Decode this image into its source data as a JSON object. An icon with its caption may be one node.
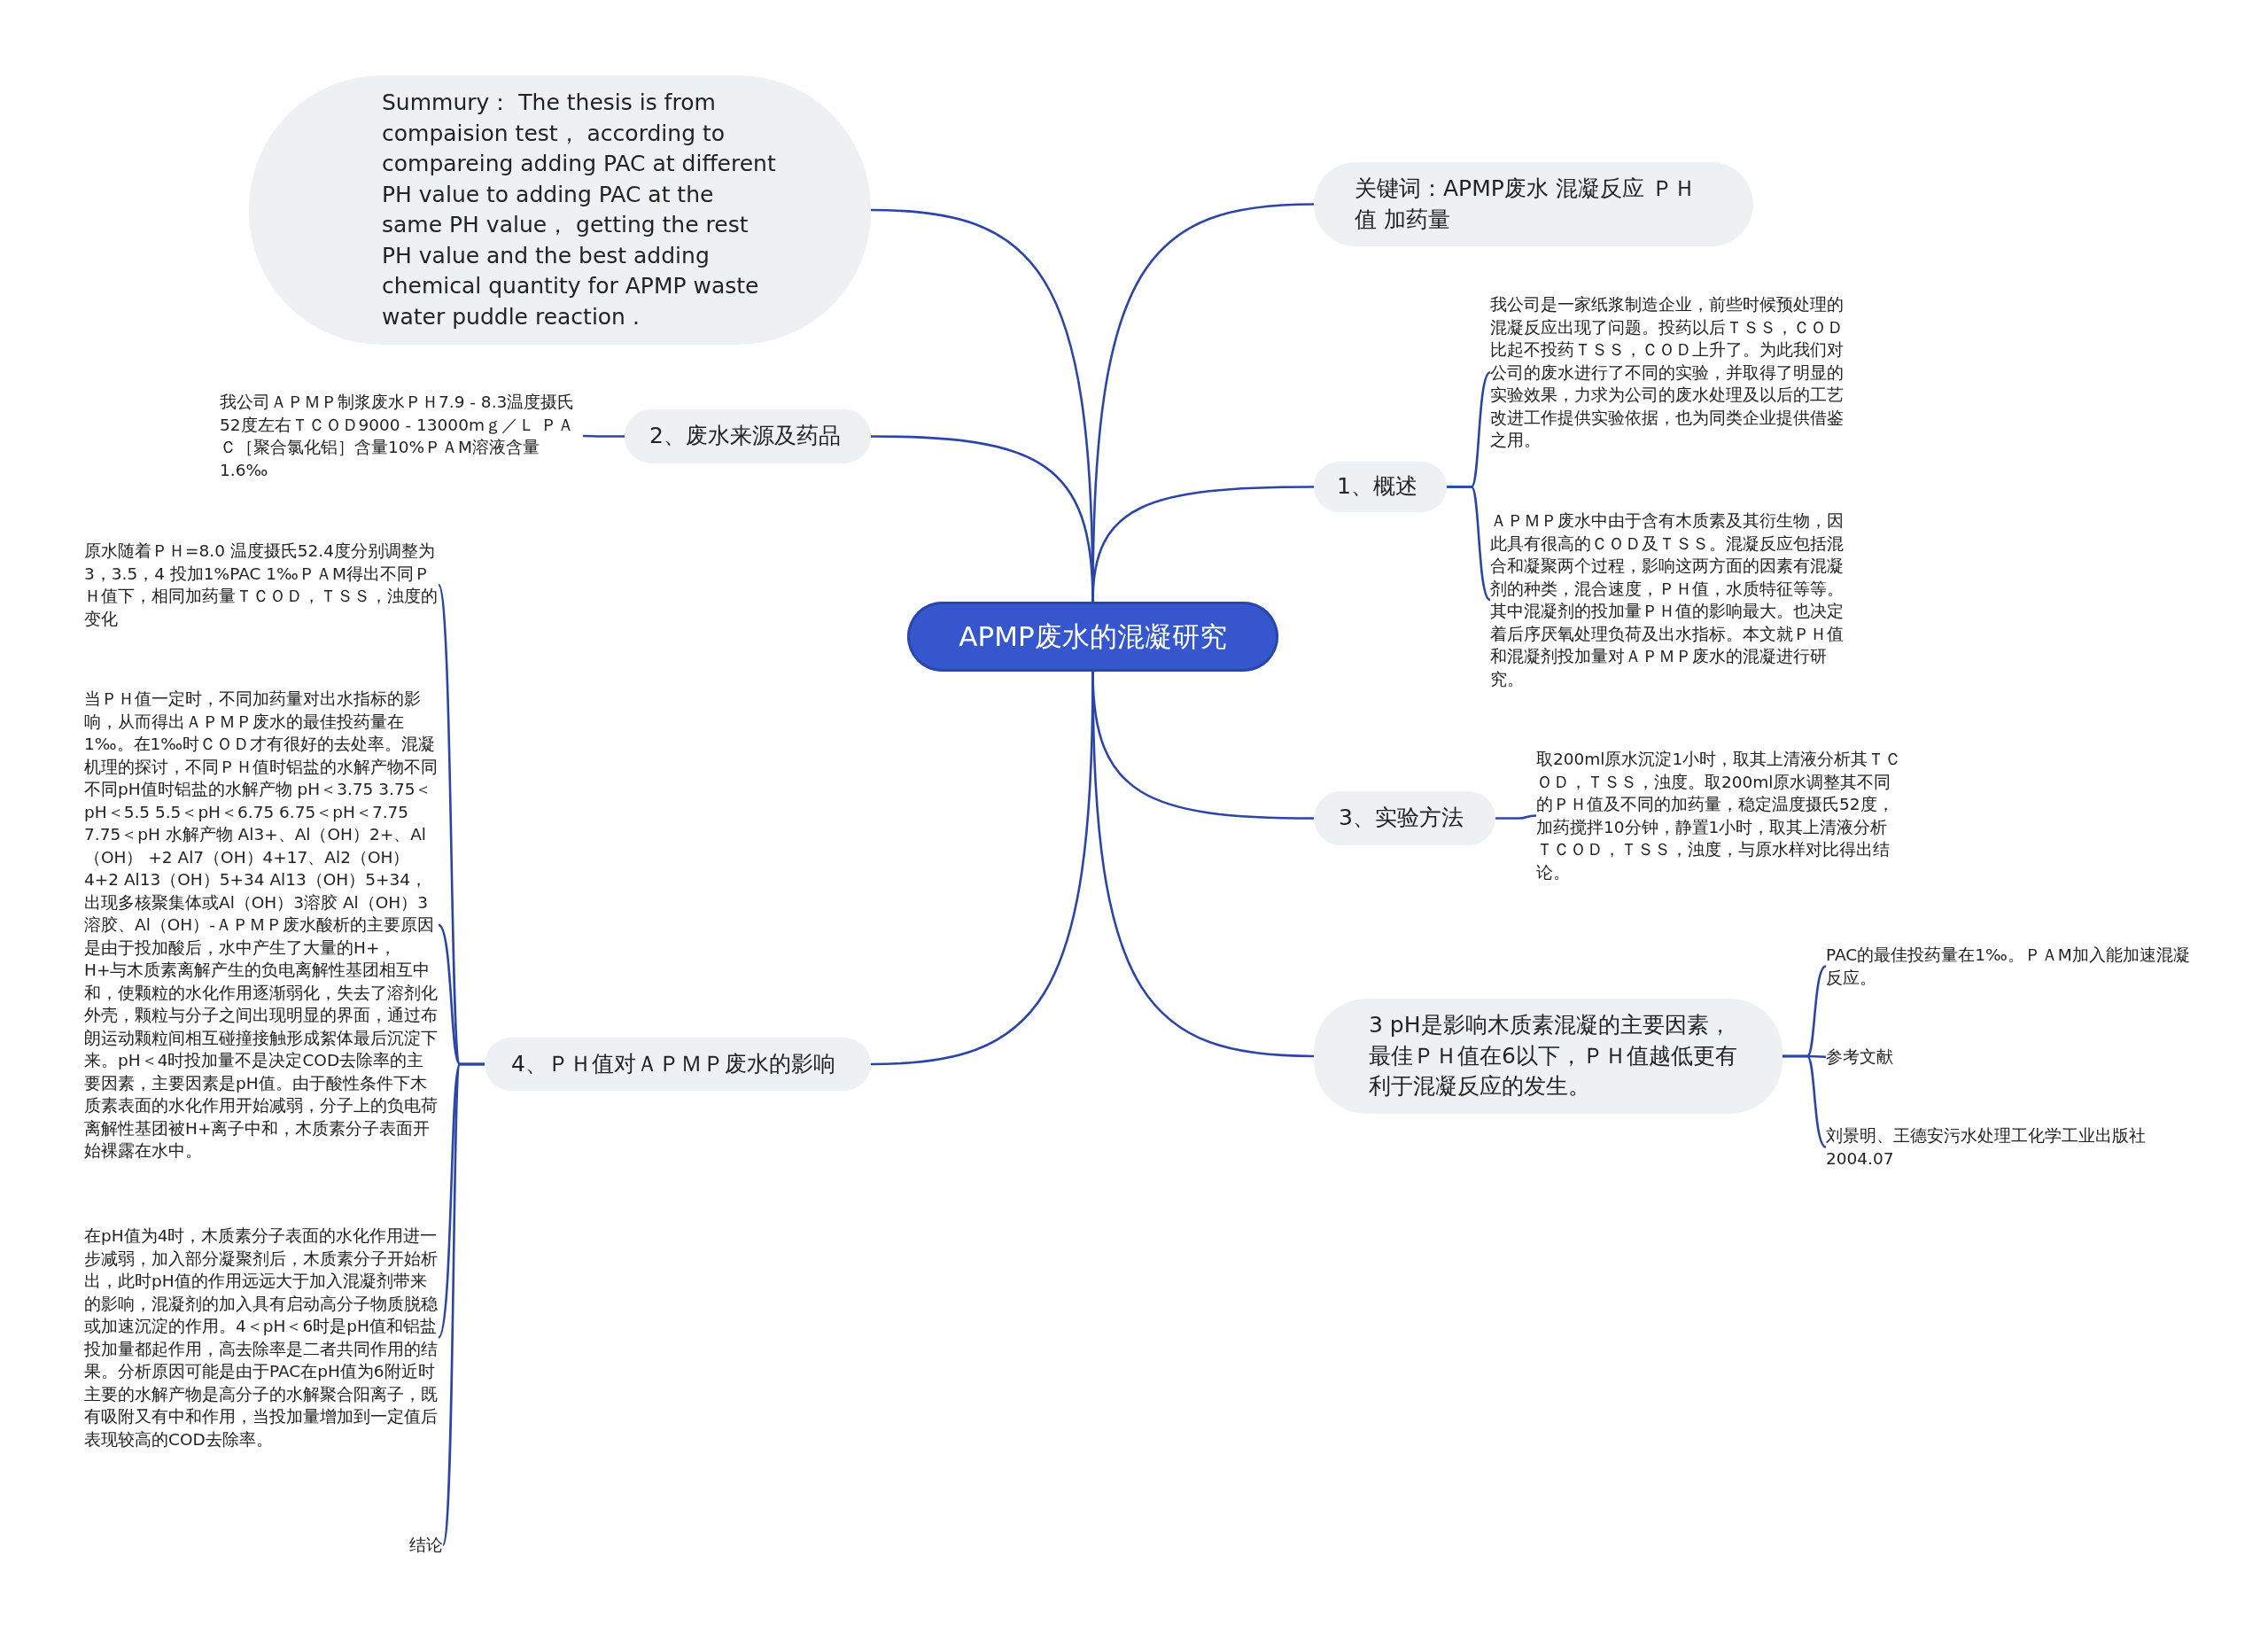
{
  "diagram": {
    "nodes": [
      {
        "text": [
          "APMP废水的混凝研究"
        ]
      },
      {
        "text": [
          "Summury： The thesis is from compaision test， according to compareing adding PAC at different PH value to adding PAC at the same PH value， getting the rest PH value and the best adding chemical quantity for APMP waste water puddle reaction ."
        ]
      },
      {
        "text": [
          "关键词：APMP废水 混凝反应 ＰＨ值 加药量"
        ]
      },
      {
        "text": [
          "2、废水来源及药品"
        ]
      },
      {
        "text": [
          "我公司ＡＰＭＰ制浆废水ＰＨ7.9 - 8.3温度摄氏52度左右ＴＣＯＤ9000 - 13000mｇ／Ｌ ＰＡＣ［聚合氯化铝］含量10%ＰＡM溶液含量1.6‰"
        ]
      },
      {
        "text": [
          "1、概述"
        ]
      },
      {
        "text": [
          "我公司是一家纸浆制造企业，前些时候预处理的混凝反应出现了问题。投药以后ＴＳＳ，ＣＯＤ比起不投药ＴＳＳ，ＣＯＤ上升了。为此我们对公司的废水进行了不同的实验，并取得了明显的实验效果，力求为公司的废水处理及以后的工艺改进工作提供实验依据，也为同类企业提供借鉴之用。"
        ]
      },
      {
        "text": [
          "ＡＰＭＰ废水中由于含有木质素及其衍生物，因此具有很高的ＣＯＤ及ＴＳＳ。混凝反应包括混合和凝聚两个过程，影响这两方面的因素有混凝剂的种类，混合速度，ＰＨ值，水质特征等等。其中混凝剂的投加量ＰＨ值的影响最大。也决定着后序厌氧处理负荷及出水指标。本文就ＰＨ值和混凝剂投加量对ＡＰＭＰ废水的混凝进行研究。"
        ]
      },
      {
        "text": [
          "3、实验方法"
        ]
      },
      {
        "text": [
          "取200ml原水沉淀1小时，取其上清液分析其ＴＣＯＤ，ＴＳＳ，浊度。取200ml原水调整其不同的ＰＨ值及不同的加药量，稳定温度摄氏52度，加药搅拌10分钟，静置1小时，取其上清液分析ＴＣＯＤ，ＴＳＳ，浊度，与原水样对比得出结论。"
        ]
      },
      {
        "text": [
          "3 pH是影响木质素混凝的主要因素，最佳ＰＨ值在6以下，ＰＨ值越低更有利于混凝反应的发生。"
        ]
      },
      {
        "text": [
          "PAC的最佳投药量在1‰。ＰＡM加入能加速混凝反应。"
        ]
      },
      {
        "text": [
          "参考文献"
        ]
      },
      {
        "text": [
          "刘景明、王德安污水处理工化学工业出版社2004.07"
        ]
      },
      {
        "text": [
          "4、ＰＨ值对ＡＰＭＰ废水的影响"
        ]
      },
      {
        "text": [
          "原水随着ＰＨ=8.0 温度摄氏52.4度分别调整为3，3.5，4 投加1%PAC 1‰ＰＡM得出不同ＰＨ值下，相同加药量ＴＣＯＤ，ＴＳＳ，浊度的变化"
        ]
      },
      {
        "text": [
          "当ＰＨ值一定时，不同加药量对出水指标的影响，从而得出ＡＰＭＰ废水的最佳投药量在1‰。在1‰时ＣＯＤ才有很好的去处率。混凝机理的探讨，不同ＰＨ值时铝盐的水解产物不同不同pH值时铝盐的水解产物 pH＜3.75 3.75＜pH＜5.5 5.5＜pH＜6.75 6.75＜pH＜7.75 7.75＜pH 水解产物 Al3+、Al（OH）2+、Al（OH） +2 Al7（OH）4+17、Al2（OH）4+2 Al13（OH）5+34 Al13（OH）5+34，出现多核聚集体或Al（OH）3溶胶 Al（OH）3溶胶、Al（OH）-ＡＰＭＰ废水酸析的主要原因是由于投加酸后，水中产生了大量的H+，H+与木质素离解产生的负电离解性基团相互中和，使颗粒的水化作用逐渐弱化，失去了溶剂化外壳，颗粒与分子之间出现明显的界面，通过布朗运动颗粒间相互碰撞接触形成絮体最后沉淀下来。pH＜4时投加量不是决定COD去除率的主要因素，主要因素是pH值。由于酸性条件下木质素表面的水化作用开始减弱，分子上的负电荷离解性基团被H+离子中和，木质素分子表面开始裸露在水中。"
        ]
      },
      {
        "text": [
          "在pH值为4时，木质素分子表面的水化作用进一步减弱，加入部分凝聚剂后，木质素分子开始析出，此时pH值的作用远远大于加入混凝剂带来的影响，混凝剂的加入具有启动高分子物质脱稳或加速沉淀的作用。4＜pH＜6时是pH值和铝盐投加量都起作用，高去除率是二者共同作用的结果。分析原因可能是由于PAC在pH值为6附近时主要的水解产物是高分子的水解聚合阳离子，既有吸附又有中和作用，当投加量增加到一定值后表现较高的COD去除率。"
        ]
      },
      {
        "text": [
          "结论"
        ]
      }
    ],
    "edges": [
      {
        "from": 0,
        "to": 1,
        "arrow": "none"
      },
      {
        "from": 0,
        "to": 2,
        "arrow": "none"
      },
      {
        "from": 0,
        "to": 3,
        "arrow": "none"
      },
      {
        "from": 3,
        "to": 4,
        "arrow": "none"
      },
      {
        "from": 0,
        "to": 5,
        "arrow": "none"
      },
      {
        "from": 5,
        "to": 6,
        "arrow": "none"
      },
      {
        "from": 5,
        "to": 7,
        "arrow": "none"
      },
      {
        "from": 0,
        "to": 8,
        "arrow": "none"
      },
      {
        "from": 8,
        "to": 9,
        "arrow": "none"
      },
      {
        "from": 0,
        "to": 10,
        "arrow": "none"
      },
      {
        "from": 10,
        "to": 11,
        "arrow": "none"
      },
      {
        "from": 10,
        "to": 12,
        "arrow": "none"
      },
      {
        "from": 10,
        "to": 13,
        "arrow": "none"
      },
      {
        "from": 0,
        "to": 14,
        "arrow": "none"
      },
      {
        "from": 14,
        "to": 15,
        "arrow": "none"
      },
      {
        "from": 14,
        "to": 16,
        "arrow": "none"
      },
      {
        "from": 14,
        "to": 17,
        "arrow": "none"
      },
      {
        "from": 14,
        "to": 18,
        "arrow": "none"
      }
    ]
  }
}
